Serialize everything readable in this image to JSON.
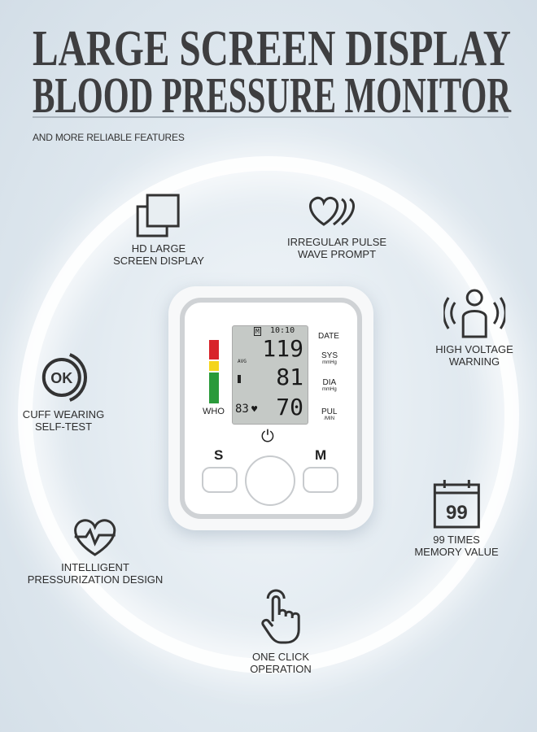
{
  "header": {
    "line1": "LARGE SCREEN DISPLAY",
    "line2": "BLOOD PRESSURE MONITOR",
    "subtitle": "AND MORE RELIABLE FEATURES"
  },
  "features": [
    {
      "icon": "screen-icon",
      "l1": "HD LARGE",
      "l2": "SCREEN DISPLAY"
    },
    {
      "icon": "heart-wave-icon",
      "l1": "IRREGULAR PULSE",
      "l2": "WAVE PROMPT"
    },
    {
      "icon": "person-alert-icon",
      "l1": "HIGH VOLTAGE",
      "l2": "WARNING"
    },
    {
      "icon": "ok-icon",
      "l1": "CUFF WEARING",
      "l2": "SELF-TEST",
      "badge": "OK"
    },
    {
      "icon": "calendar-icon",
      "l1": "99 TIMES",
      "l2": "MEMORY VALUE",
      "badge": "99"
    },
    {
      "icon": "heart-pulse-icon",
      "l1": "INTELLIGENT",
      "l2": "PRESSURIZATION DESIGN"
    },
    {
      "icon": "tap-icon",
      "l1": "ONE CLICK",
      "l2": "OPERATION"
    }
  ],
  "device": {
    "who": "WHO",
    "time": "10:10",
    "mem": "M",
    "avg": "AVG",
    "sys": "119",
    "dia": "81",
    "pul": "70",
    "mem_no": "83",
    "labels": {
      "date": "DATE",
      "sys": "SYS",
      "dia": "DIA",
      "pul": "PUL",
      "unit": "mmHg",
      "pul_unit": "/MIN"
    },
    "buttons": {
      "s": "S",
      "m": "M"
    },
    "colors": {
      "red": "#d8232a",
      "yellow": "#f4d51c",
      "green": "#2a9a3a"
    }
  }
}
